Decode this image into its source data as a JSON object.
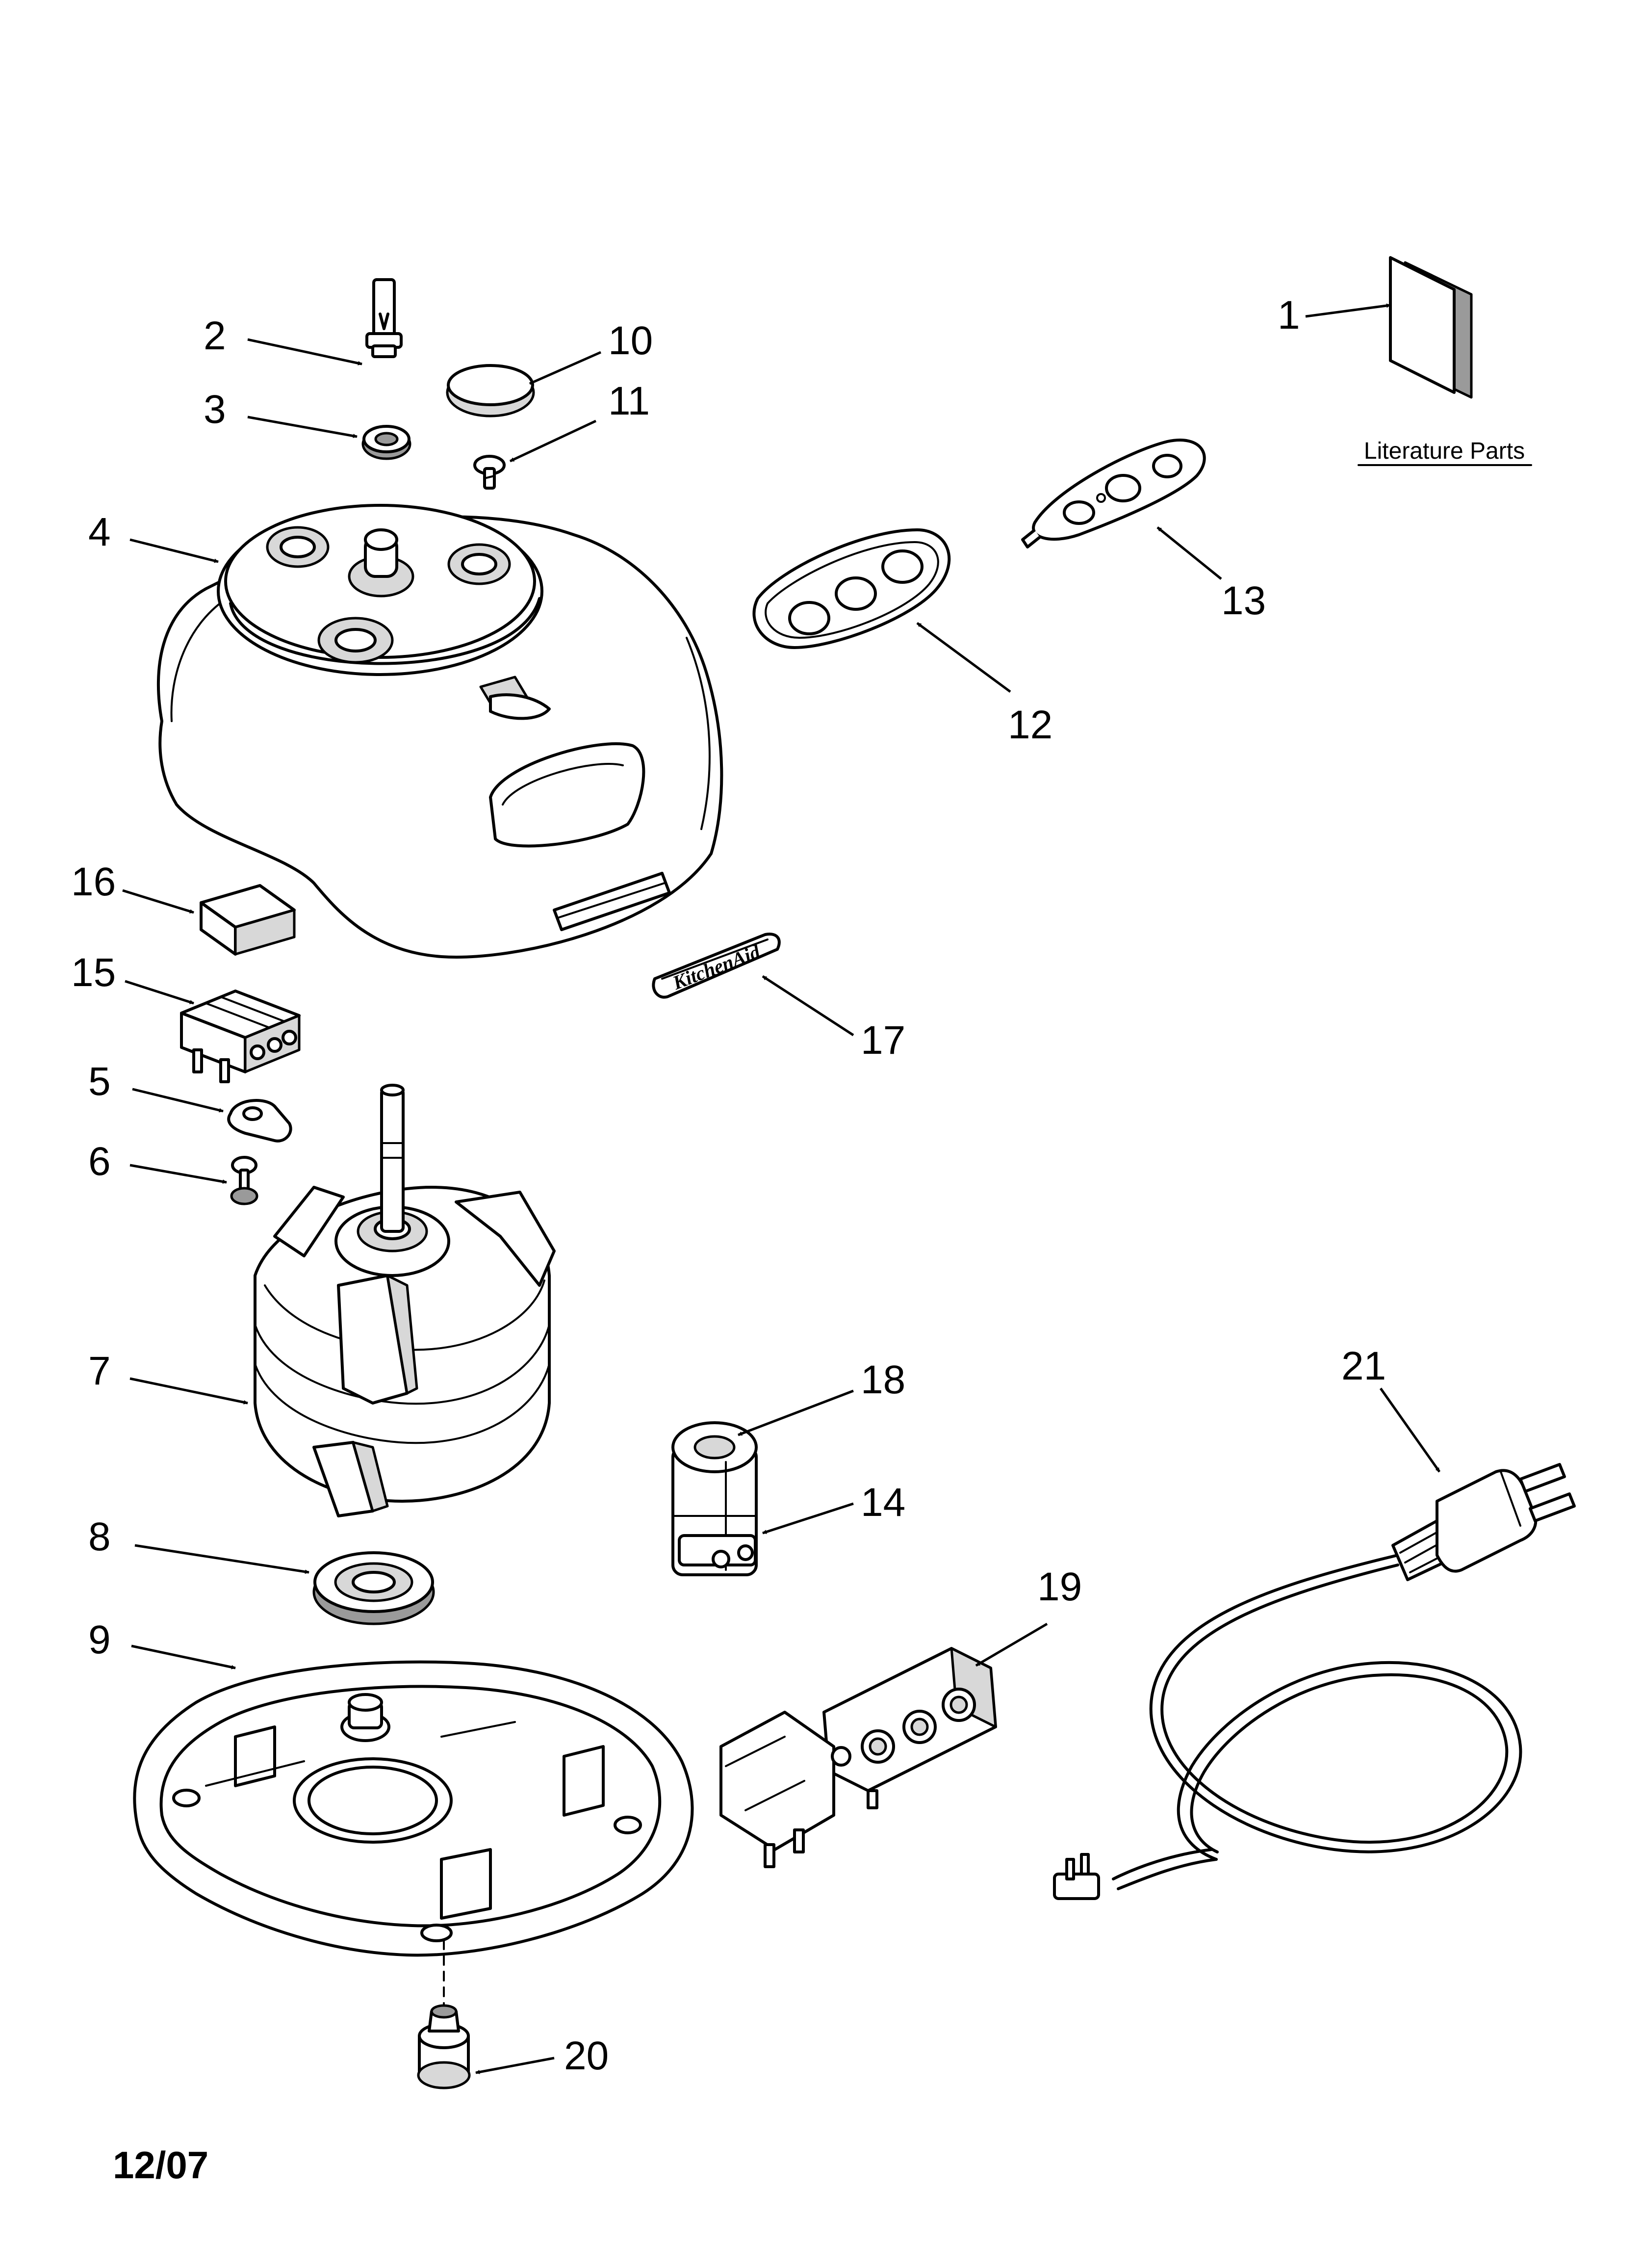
{
  "diagram": {
    "parts": [
      {
        "id": "part-1",
        "number": "1"
      },
      {
        "id": "part-2",
        "number": "2"
      },
      {
        "id": "part-3",
        "number": "3"
      },
      {
        "id": "part-4",
        "number": "4"
      },
      {
        "id": "part-5",
        "number": "5"
      },
      {
        "id": "part-6",
        "number": "6"
      },
      {
        "id": "part-7",
        "number": "7"
      },
      {
        "id": "part-8",
        "number": "8"
      },
      {
        "id": "part-9",
        "number": "9"
      },
      {
        "id": "part-10",
        "number": "10"
      },
      {
        "id": "part-11",
        "number": "11"
      },
      {
        "id": "part-12",
        "number": "12"
      },
      {
        "id": "part-13",
        "number": "13"
      },
      {
        "id": "part-14",
        "number": "14"
      },
      {
        "id": "part-15",
        "number": "15"
      },
      {
        "id": "part-16",
        "number": "16"
      },
      {
        "id": "part-17",
        "number": "17"
      },
      {
        "id": "part-18",
        "number": "18"
      },
      {
        "id": "part-19",
        "number": "19"
      },
      {
        "id": "part-20",
        "number": "20"
      },
      {
        "id": "part-21",
        "number": "21"
      }
    ],
    "literature_label": "Literature Parts",
    "badge_text": "KitchenAid",
    "date_code": "12/07"
  }
}
